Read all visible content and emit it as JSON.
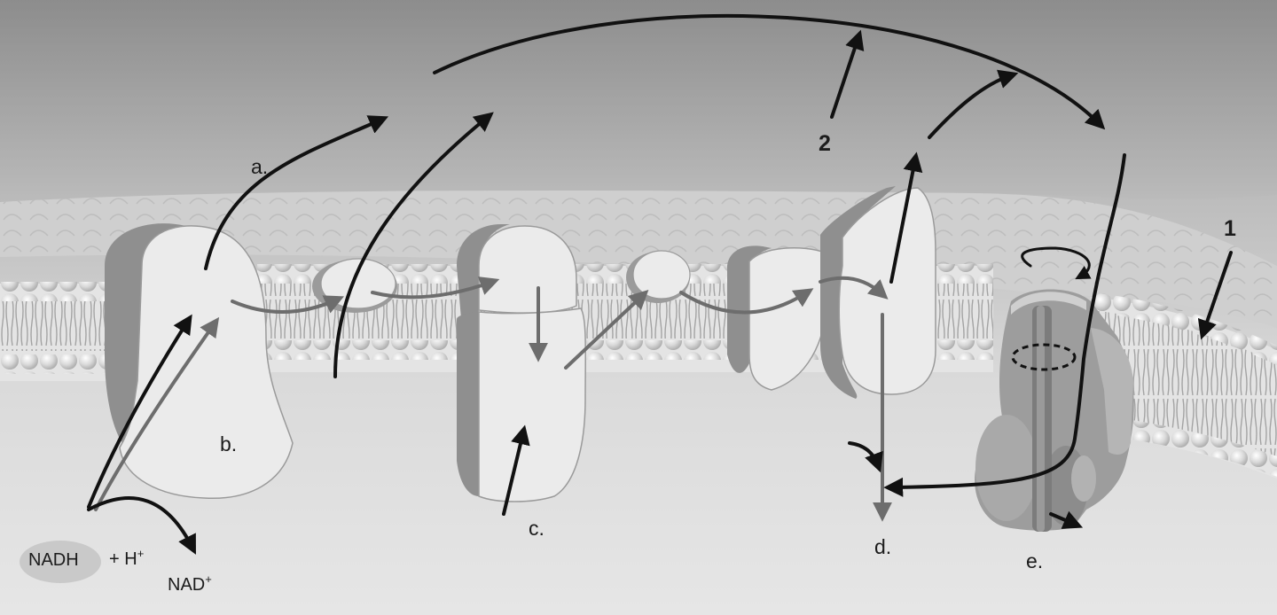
{
  "labels": {
    "a": "a.",
    "b": "b.",
    "c": "c.",
    "d": "d.",
    "e": "e.",
    "n1": "1",
    "n2": "2"
  },
  "chemicals": {
    "nadh": "NADH",
    "plus": "+",
    "h": "H",
    "h_charge": "+",
    "nad": "NAD",
    "nad_charge": "+"
  },
  "colors": {
    "arrow_dark": "#111111",
    "arrow_gray": "#6d6d6d",
    "protein_face": "#e9e9e9",
    "protein_shadow": "#8f8f8f",
    "membrane_head": "#dcdcdc",
    "background_top": "#8b8b8b",
    "background_bottom": "#e4e4e4"
  }
}
